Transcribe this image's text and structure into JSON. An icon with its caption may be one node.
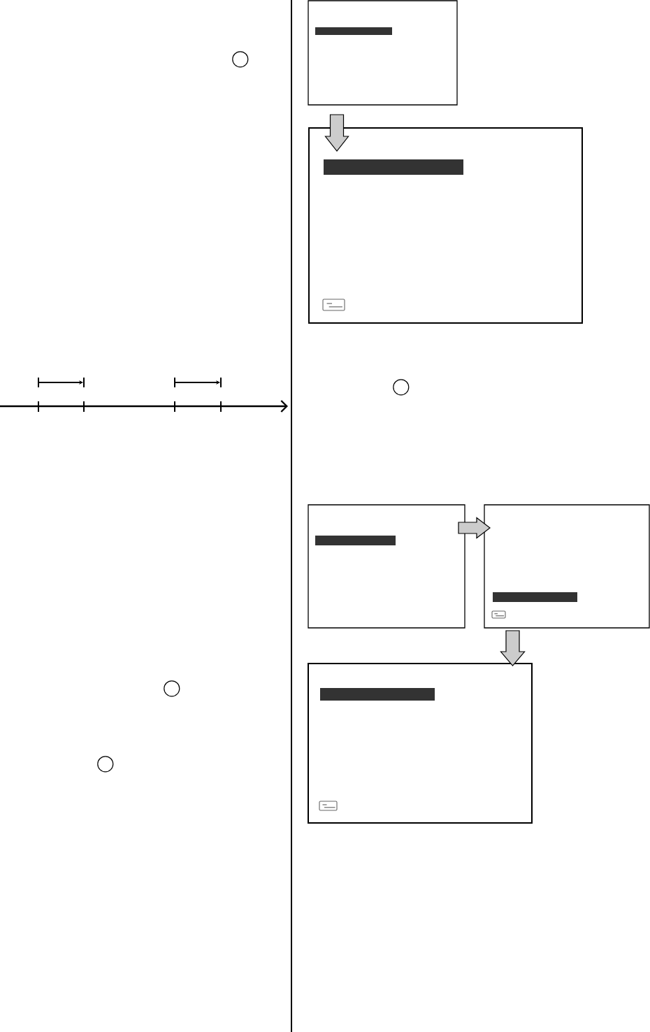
{
  "diagram": {
    "nodes": [
      {
        "text": [],
        "shape": "box"
      },
      {
        "text": [],
        "shape": "bar",
        "in": 0
      },
      {
        "text": [],
        "shape": "box"
      },
      {
        "text": [],
        "shape": "bar",
        "in": 2
      },
      {
        "text": [],
        "shape": "box"
      },
      {
        "text": [],
        "shape": "bar",
        "in": 4
      },
      {
        "text": [],
        "shape": "box"
      },
      {
        "text": [],
        "shape": "bar",
        "in": 6
      },
      {
        "text": [],
        "shape": "box"
      },
      {
        "text": [],
        "shape": "bar",
        "in": 8
      },
      {
        "text": [],
        "shape": "circle"
      },
      {
        "text": [],
        "shape": "circle"
      },
      {
        "text": [],
        "shape": "circle"
      },
      {
        "text": [],
        "shape": "circle"
      }
    ],
    "edges": [
      {
        "from": 0,
        "to": 2,
        "arrow": "to"
      },
      {
        "from": 4,
        "to": 6,
        "arrow": "to"
      },
      {
        "from": 6,
        "to": 8,
        "arrow": "to"
      }
    ]
  }
}
